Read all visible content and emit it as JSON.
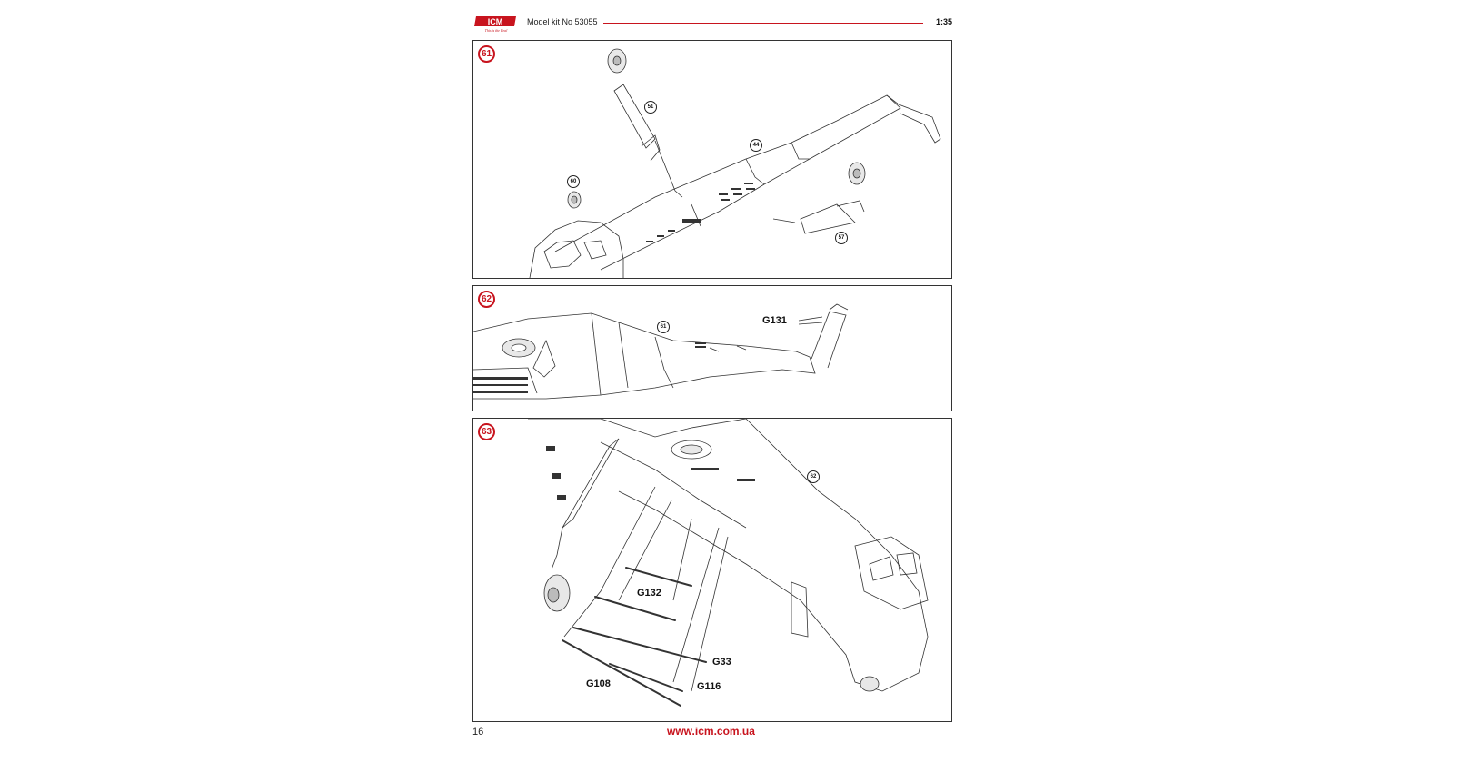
{
  "header": {
    "logo_text": "ICM",
    "logo_tagline": "This is the Real",
    "kit_label": "Model kit No 53055",
    "scale": "1:35"
  },
  "steps": [
    {
      "number": "61",
      "callouts": [
        "51",
        "44",
        "60",
        "57"
      ]
    },
    {
      "number": "62",
      "callouts": [
        "61"
      ],
      "parts": [
        "G131"
      ]
    },
    {
      "number": "63",
      "callouts": [
        "62"
      ],
      "parts": [
        "G132",
        "G33",
        "G116",
        "G108"
      ]
    }
  ],
  "footer": {
    "page_number": "16",
    "url": "www.icm.com.ua"
  },
  "colors": {
    "accent": "#c8141e",
    "line": "#333333"
  }
}
